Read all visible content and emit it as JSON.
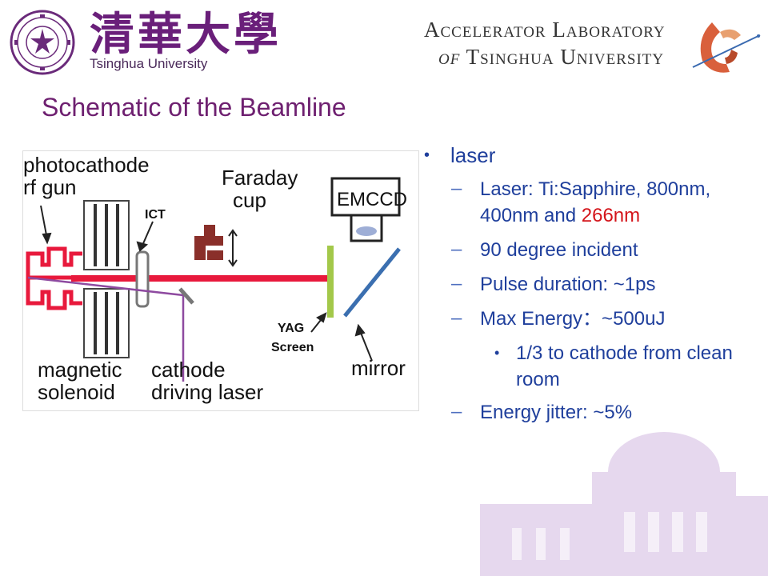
{
  "header": {
    "university_chinese": "清華大學",
    "university_english": "Tsinghua University",
    "lab_line1": "Accelerator Laboratory",
    "lab_line2_of": "of",
    "lab_line2_rest": "Tsinghua University"
  },
  "title": "Schematic of the Beamline",
  "diagram": {
    "labels": {
      "photocathode": "photocathode",
      "rf_gun": "rf gun",
      "faraday": "Faraday",
      "cup": "cup",
      "emccd": "EMCCD",
      "ict": "ICT",
      "yag": "YAG",
      "screen": "Screen",
      "magnetic": "magnetic",
      "solenoid": "solenoid",
      "cathode": "cathode",
      "driving_laser": "driving laser",
      "mirror": "mirror"
    },
    "colors": {
      "beam": "#e8193c",
      "gun": "#e8193c",
      "laser_path": "#8e4aa0",
      "faraday": "#8a2f2a",
      "yag": "#a3c84a",
      "mirror": "#3b6fb0"
    }
  },
  "bullets": {
    "l1_laser": "laser",
    "l2_laser_spec_a": "Laser: Ti:Sapphire, 800nm, 400nm and",
    "l2_laser_spec_b": "266nm",
    "l2_incident": "90 degree incident",
    "l2_pulse": "Pulse duration: ~1ps",
    "l2_energy": "Max Energy：~500uJ",
    "l3_cathode": "1/3 to cathode from clean room",
    "l2_jitter": "Energy jitter: ~5%"
  }
}
